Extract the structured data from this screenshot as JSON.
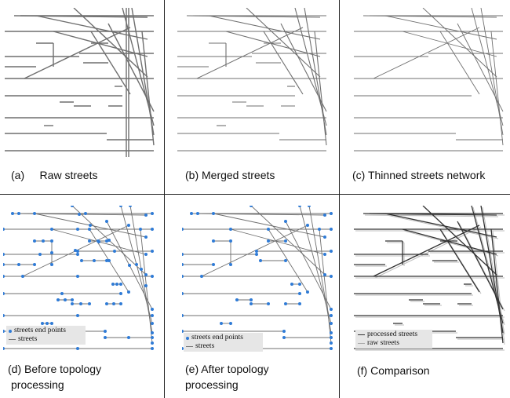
{
  "panels": [
    {
      "id": "a",
      "caption": "(a)     Raw streets"
    },
    {
      "id": "b",
      "caption": "(b) Merged streets"
    },
    {
      "id": "c",
      "caption": "(c) Thinned streets network"
    },
    {
      "id": "d",
      "caption_line1": "(d) Before topology",
      "caption_line2": "processing",
      "legend": {
        "points": "streets end points",
        "lines": "streets"
      }
    },
    {
      "id": "e",
      "caption_line1": "(e) After topology",
      "caption_line2": "processing",
      "legend": {
        "points": "streets end points",
        "lines": "streets"
      }
    },
    {
      "id": "f",
      "caption": "(f) Comparison",
      "legend": {
        "processed": "processed streets",
        "raw": "raw streets"
      }
    }
  ],
  "colors": {
    "street": "#6f6f6f",
    "point": "#2f7bd6",
    "border": "#222222",
    "raw_light": "#bdbdbd"
  }
}
